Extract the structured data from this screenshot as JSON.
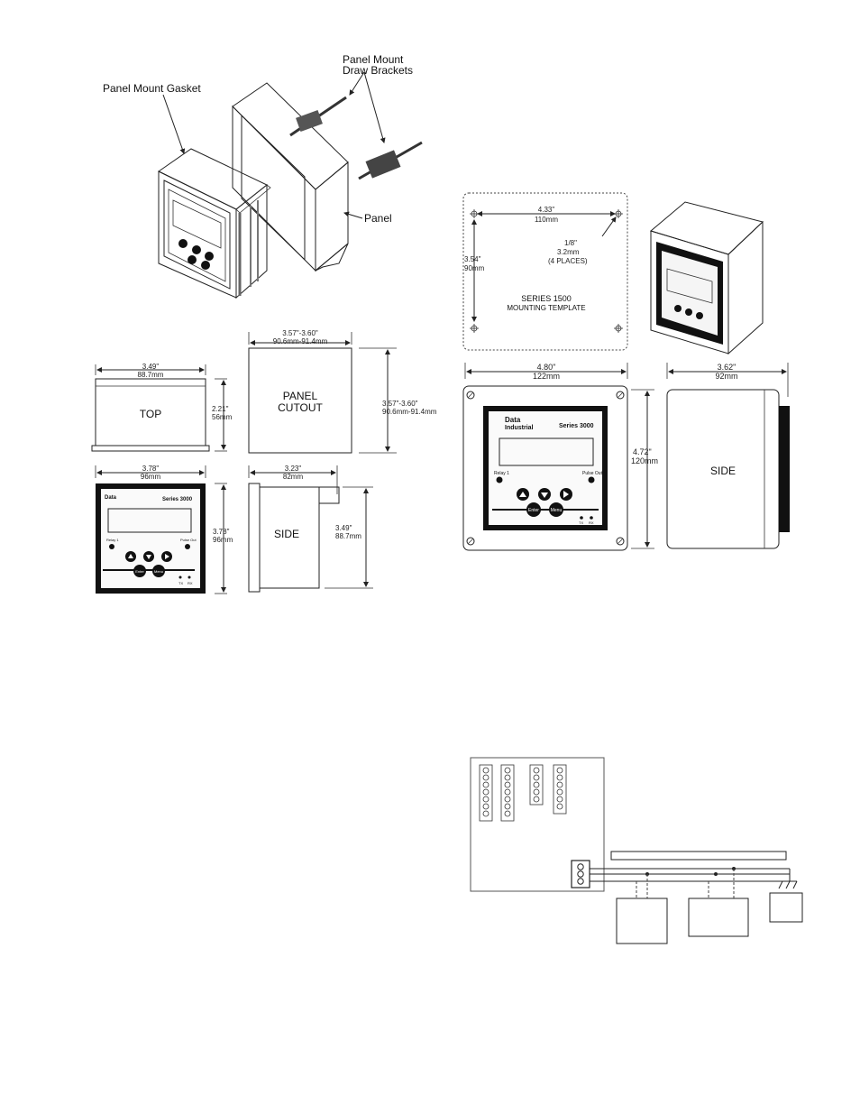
{
  "labels": {
    "gasket": "Panel Mount Gasket",
    "brackets_1": "Panel Mount",
    "brackets_2": "Draw Brackets",
    "panel": "Panel"
  },
  "panel_mount_drawing": {
    "top_width": "3.49\"",
    "top_width_mm": "88.7mm",
    "top_label": "TOP",
    "top_depth": "2.21\"",
    "top_depth_mm": "56mm",
    "cutout_width": "3.57\"-3.60\"",
    "cutout_width_mm": "90.6mm-91.4mm",
    "cutout_label_1": "PANEL",
    "cutout_label_2": "CUTOUT",
    "cutout_height": "3.57\"-3.60\"",
    "cutout_height_mm": "90.6mm-91.4mm",
    "front_width": "3.78\"",
    "front_width_mm": "96mm",
    "front_height": "3.78\"",
    "front_height_mm": "96mm",
    "side_depth": "3.23\"",
    "side_depth_mm": "82mm",
    "side_label": "SIDE",
    "side_height": "3.49\"",
    "side_height_mm": "88.7mm"
  },
  "device": {
    "brand_1": "Data",
    "brand_2": "Industrial",
    "series": "Series 3000",
    "relay": "Relay 1",
    "pulse": "Pulse Out",
    "enter": "Enter",
    "menu": "Menu",
    "tx": "TX",
    "rx": "RX"
  },
  "enclosure_drawing": {
    "template_width": "4.33\"",
    "template_width_mm": "110mm",
    "template_height": "3.54\"",
    "template_height_mm": "90mm",
    "hole": "1/8\"",
    "hole_mm": "3.2mm",
    "hole_places": "(4 PLACES)",
    "template_label_1": "SERIES 1500",
    "template_label_2": "MOUNTING TEMPLATE",
    "front_width": "4.80\"",
    "front_width_mm": "122mm",
    "front_height": "4.72\"",
    "front_height_mm": "120mm",
    "side_depth": "3.62\"",
    "side_depth_mm": "92mm",
    "side_label": "SIDE"
  }
}
